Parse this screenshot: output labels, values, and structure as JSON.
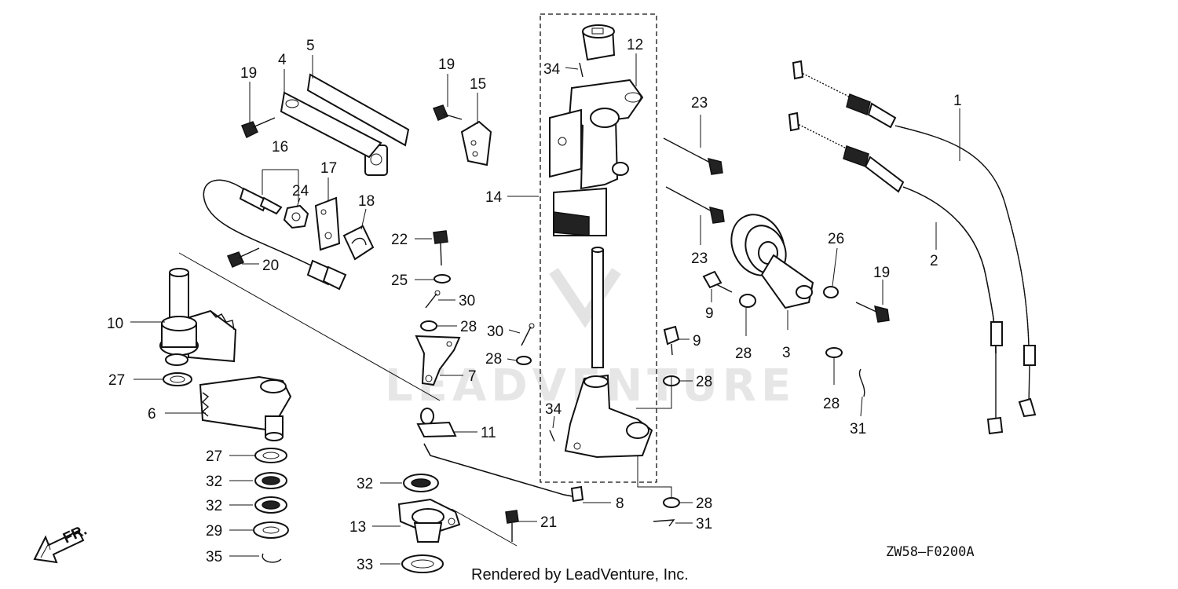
{
  "diagram": {
    "diagram_code": "ZW58—F0200A",
    "footer_text": "Rendered by LeadVenture, Inc.",
    "watermark": "LEADVENTURE",
    "direction_label": "FR.",
    "callouts": {
      "c1": "1",
      "c2": "2",
      "c3": "3",
      "c4": "4",
      "c5": "5",
      "c6": "6",
      "c7": "7",
      "c8": "8",
      "c9a": "9",
      "c9b": "9",
      "c10": "10",
      "c11": "11",
      "c12": "12",
      "c13": "13",
      "c14": "14",
      "c15": "15",
      "c16": "16",
      "c17": "17",
      "c18": "18",
      "c19a": "19",
      "c19b": "19",
      "c19c": "19",
      "c20": "20",
      "c21": "21",
      "c22": "22",
      "c23a": "23",
      "c23b": "23",
      "c24": "24",
      "c25": "25",
      "c26": "26",
      "c27a": "27",
      "c27b": "27",
      "c28a": "28",
      "c28b": "28",
      "c28c": "28",
      "c28d": "28",
      "c28e": "28",
      "c28f": "28",
      "c29": "29",
      "c30a": "30",
      "c30b": "30",
      "c31a": "31",
      "c31b": "31",
      "c32a": "32",
      "c32b": "32",
      "c32c": "32",
      "c33": "33",
      "c34a": "34",
      "c34b": "34",
      "c35": "35"
    }
  }
}
